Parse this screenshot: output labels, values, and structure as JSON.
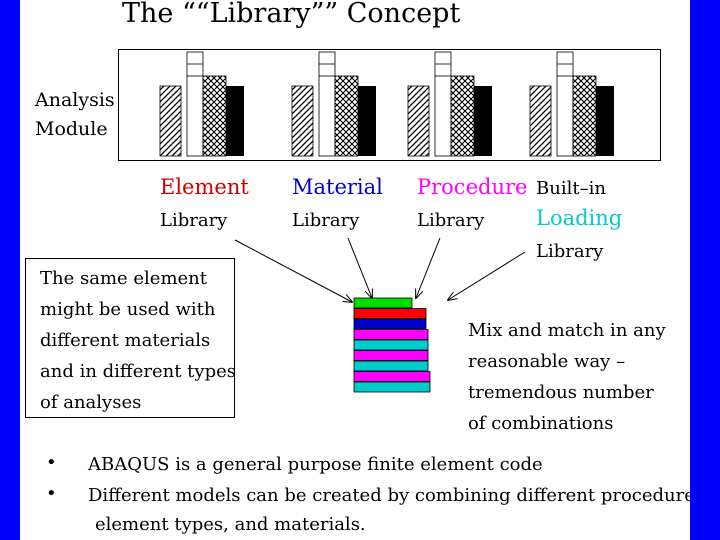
{
  "title": "The ““Library”” Concept",
  "module": {
    "line1": "Analysis",
    "line2": "Module"
  },
  "libraries": [
    {
      "name": "Element",
      "sub": "Library",
      "color": "#cc0000"
    },
    {
      "name": "Material",
      "sub": "Library",
      "color": "#0000cc"
    },
    {
      "name": "Procedure",
      "sub": "Library",
      "color": "#ff00ff"
    },
    {
      "name_prefix": "Built–in",
      "name": "Loading",
      "sub": "Library",
      "color": "#00cccc"
    }
  ],
  "callout": {
    "lines": [
      "The same element",
      "might be used with",
      "different materials",
      "and in different types",
      "of analyses"
    ]
  },
  "mix": {
    "lines": [
      "Mix and match in any",
      "reasonable way –",
      "tremendous number",
      "of combinations"
    ]
  },
  "stack_colors": [
    "#00dd00",
    "#ff0000",
    "#0000cc",
    "#ff00ff",
    "#00cccc",
    "#ff00ff",
    "#00cccc",
    "#ff00ff",
    "#00cccc"
  ],
  "bullets": [
    {
      "glyph": "•",
      "text": "ABAQUS is a general purpose finite element code"
    },
    {
      "glyph": "•",
      "text": "Different models can be created by combining different procedures,"
    },
    {
      "glyph": "",
      "text": "element types, and materials."
    }
  ]
}
